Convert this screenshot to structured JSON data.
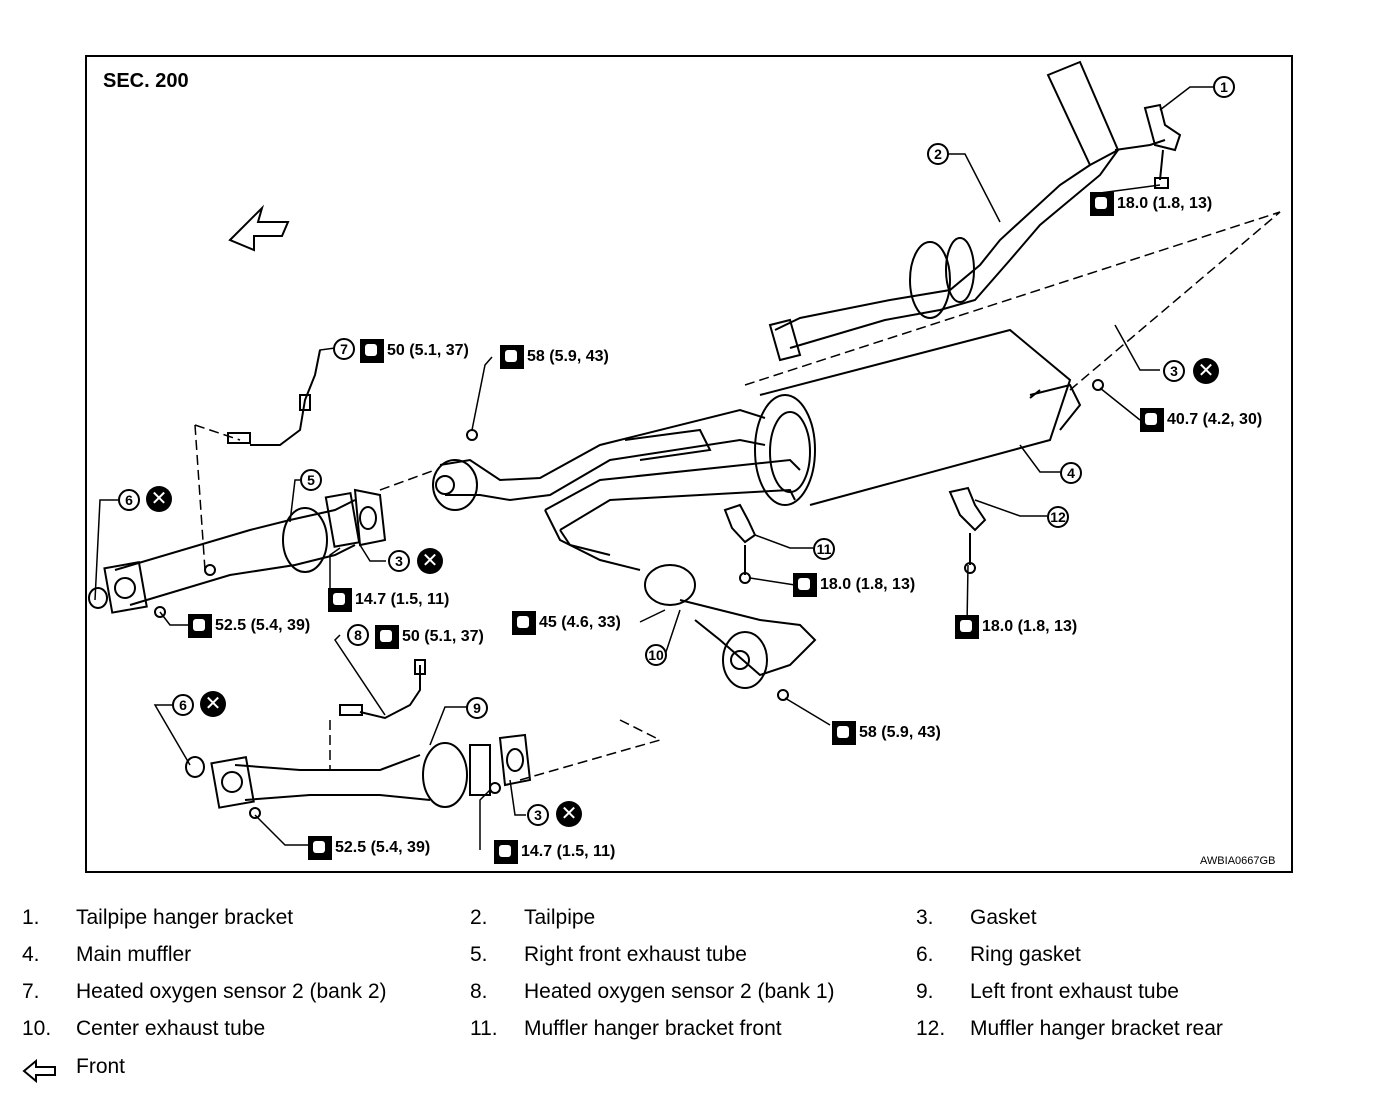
{
  "section": "SEC. 200",
  "code": "AWBIA0667GB",
  "callouts": {
    "n1": "1",
    "n2": "2",
    "n3a": "3",
    "n3b": "3",
    "n3c": "3",
    "n4": "4",
    "n5": "5",
    "n6a": "6",
    "n6b": "6",
    "n7": "7",
    "n8": "8",
    "n9": "9",
    "n10": "10",
    "n11": "11",
    "n12": "12"
  },
  "torques": {
    "t1": "18.0 (1.8, 13)",
    "t2": "50 (5.1, 37)",
    "t3": "58 (5.9, 43)",
    "t4": "40.7 (4.2, 30)",
    "t5": "14.7 (1.5, 11)",
    "t6": "52.5 (5.4, 39)",
    "t7": "45 (4.6, 33)",
    "t8": "18.0 (1.8, 13)",
    "t9": "18.0 (1.8, 13)",
    "t10": "50 (5.1, 37)",
    "t11": "58 (5.9, 43)",
    "t12": "52.5 (5.4, 39)",
    "t13": "14.7 (1.5, 11)"
  },
  "legend": [
    {
      "num": "1.",
      "label": "Tailpipe hanger bracket"
    },
    {
      "num": "2.",
      "label": "Tailpipe"
    },
    {
      "num": "3.",
      "label": "Gasket"
    },
    {
      "num": "4.",
      "label": "Main muffler"
    },
    {
      "num": "5.",
      "label": "Right front exhaust tube"
    },
    {
      "num": "6.",
      "label": "Ring gasket"
    },
    {
      "num": "7.",
      "label": "Heated oxygen sensor 2 (bank 2)"
    },
    {
      "num": "8.",
      "label": "Heated oxygen sensor 2 (bank 1)"
    },
    {
      "num": "9.",
      "label": "Left front exhaust tube"
    },
    {
      "num": "10.",
      "label": "Center exhaust tube"
    },
    {
      "num": "11.",
      "label": "Muffler hanger bracket front"
    },
    {
      "num": "12.",
      "label": "Muffler hanger bracket rear"
    }
  ],
  "front_label": "Front",
  "icons": {
    "front": "front-arrow-icon",
    "replace": "x-circle-icon",
    "torque": "torque-wrench-icon"
  }
}
